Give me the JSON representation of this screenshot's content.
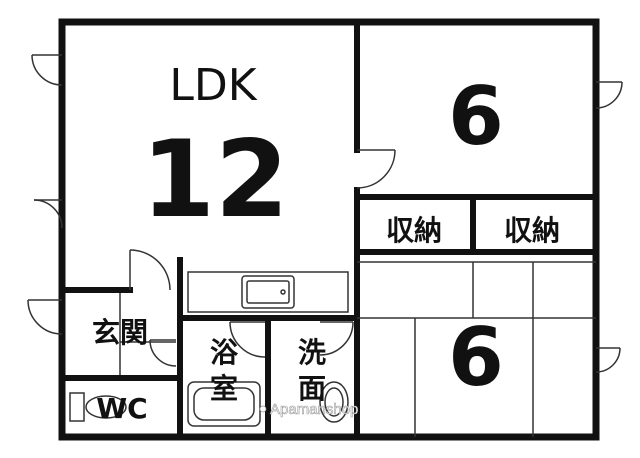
{
  "rooms": {
    "ldk": {
      "type_label": "LDK",
      "size_label": "12"
    },
    "western_room": {
      "size_label": "6"
    },
    "japanese_room": {
      "size_label": "6"
    },
    "storage_left": {
      "label": "収納"
    },
    "storage_right": {
      "label": "収納"
    },
    "entrance": {
      "label": "玄関"
    },
    "toilet": {
      "label": "WC"
    },
    "bathroom": {
      "label_line1": "浴",
      "label_line2": "室"
    },
    "washroom": {
      "label_line1": "洗",
      "label_line2": "面"
    }
  },
  "watermark": {
    "text": "Apamanshop"
  },
  "colors": {
    "wall": "#111111",
    "line": "#333333",
    "background": "#ffffff"
  }
}
